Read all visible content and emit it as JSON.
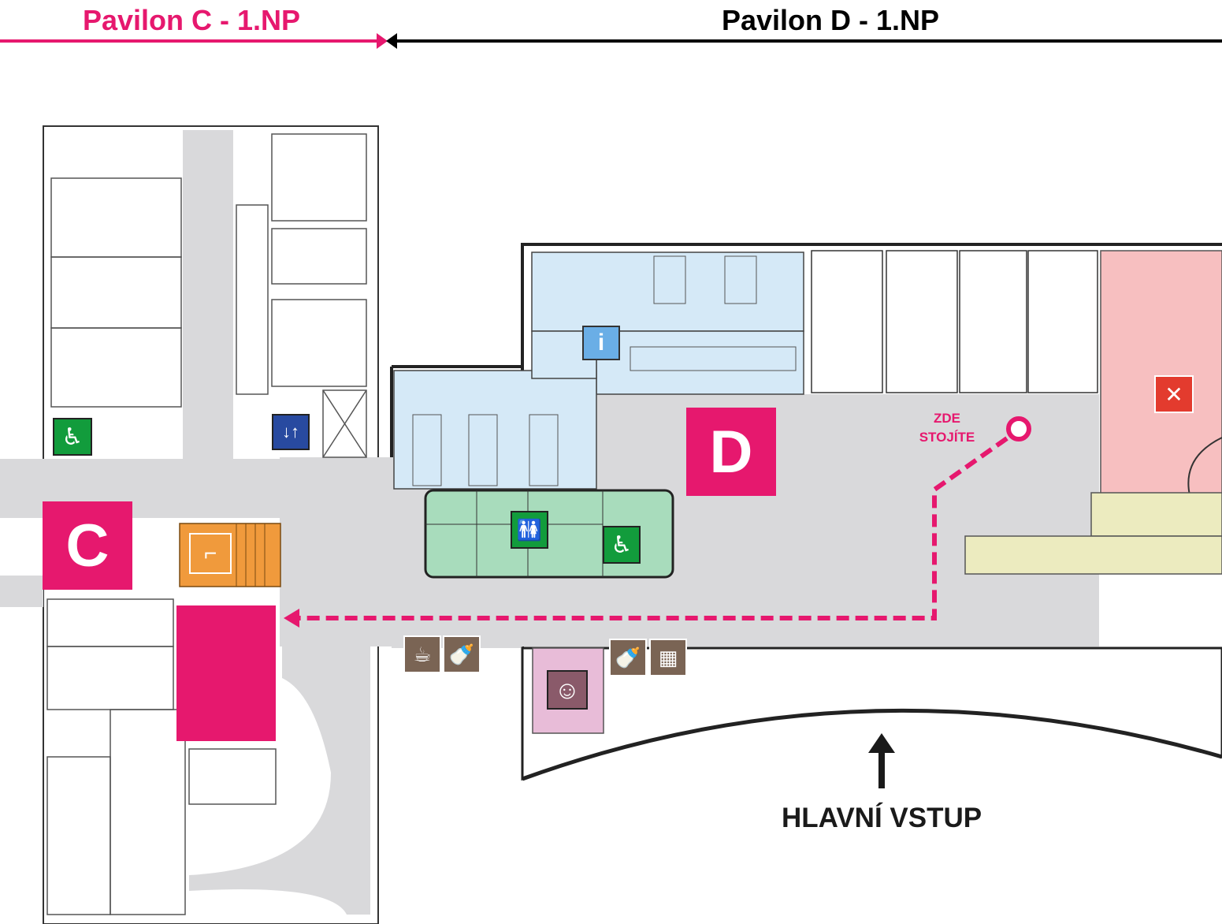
{
  "header": {
    "pavilion_c": "Pavilon C  - 1.NP",
    "pavilion_d": "Pavilon D - 1.NP"
  },
  "zones": {
    "c": "C",
    "d": "D"
  },
  "you_are_here": "ZDE\nSTOJÍTE",
  "main_entrance": "HLAVNÍ VSTUP",
  "icons": [
    {
      "name": "info-icon",
      "glyph": "i",
      "color": "#6aaee6"
    },
    {
      "name": "elevator-icon",
      "glyph": "↓↑",
      "color": "#284aa0"
    },
    {
      "name": "wheelchair-icon",
      "glyph": "♿",
      "color": "#129c3c"
    },
    {
      "name": "restroom-icon",
      "glyph": "🚻",
      "color": "#129c3c"
    },
    {
      "name": "stairs-icon",
      "glyph": "⌐",
      "color": "#f09a3c"
    },
    {
      "name": "restaurant-icon",
      "glyph": "✕",
      "color": "#e33b2e"
    },
    {
      "name": "coffee-icon",
      "glyph": "☕",
      "color": "#7a6454"
    },
    {
      "name": "baby-bottle-icon",
      "glyph": "🍼",
      "color": "#7a6454"
    },
    {
      "name": "chocolate-icon",
      "glyph": "▦",
      "color": "#7a6454"
    },
    {
      "name": "baby-care-icon",
      "glyph": "☺",
      "color": "#8a5a6a"
    }
  ],
  "colors": {
    "accent": "#e6186e",
    "corridor": "#d9d9db",
    "offices": "#d5e9f7",
    "restrooms": "#a8dcbc",
    "restaurant": "#f7bfc0",
    "baby_room": "#e8bcd8",
    "escalator": "#ecebbf",
    "stairs": "#f09a3c"
  }
}
